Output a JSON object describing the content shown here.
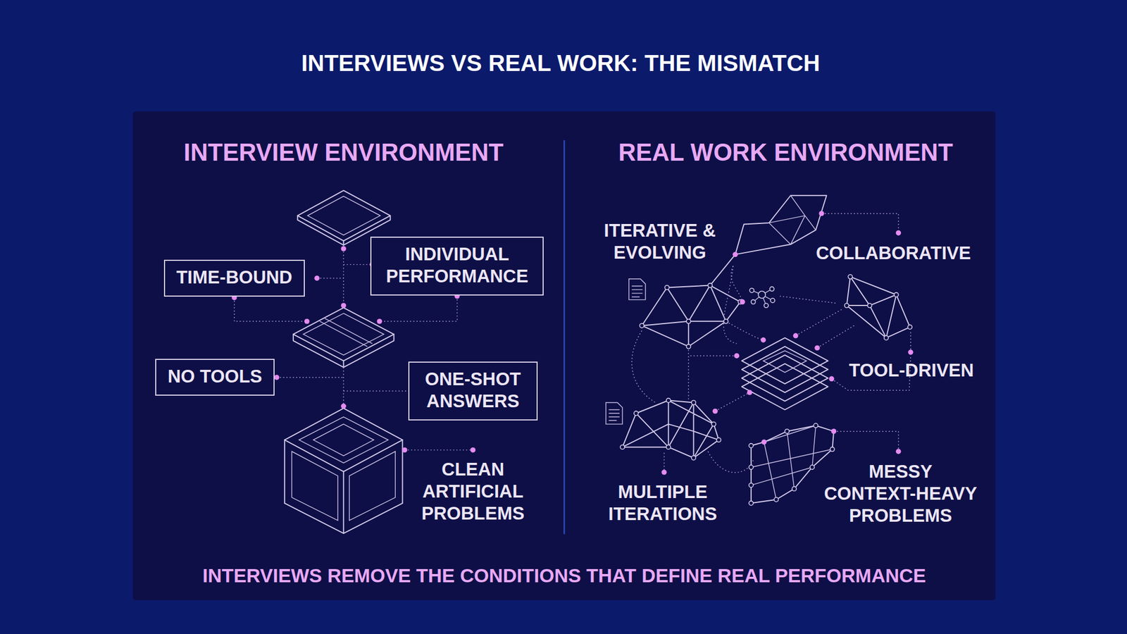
{
  "diagram": {
    "title": "INTERVIEWS VS REAL WORK: THE MISMATCH",
    "caption": "INTERVIEWS REMOVE THE CONDITIONS THAT DEFINE REAL PERFORMANCE",
    "nodes": [
      {
        "text": [
          "TIME-BOUND"
        ]
      },
      {
        "text": [
          "INDIVIDUAL PERFORMANCE"
        ]
      },
      {
        "text": [
          "NO TOOLS"
        ]
      },
      {
        "text": [
          "ONE-SHOT ANSWERS"
        ]
      }
    ],
    "labels": [
      "INTERVIEW ENVIRONMENT",
      "REAL WORK ENVIRONMENT",
      "ITERATIVE & EVOLVING",
      "COLLABORATIVE",
      "TOOL-DRIVEN",
      "CLEAN ARTIFICIAL PROBLEMS",
      "MULTIPLE ITERATIONS",
      "MESSY CONTEXT-HEAVY PROBLEMS"
    ]
  }
}
